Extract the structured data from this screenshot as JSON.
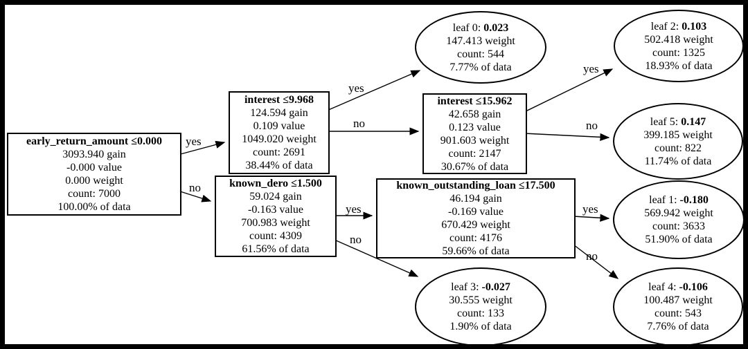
{
  "diagram": {
    "type": "decision-tree",
    "colors": {
      "node_border": "#000000",
      "background": "#ffffff",
      "text": "#000000",
      "frame": "#000000"
    },
    "nodes": [
      {
        "feature": "early_return_amount",
        "title": "early_return_amount ≤0.000",
        "lines": [
          "3093.940 gain",
          "-0.000 value",
          "0.000 weight",
          "count: 7000",
          "100.00% of data"
        ]
      },
      {
        "feature": "interest",
        "title": "interest ≤9.968",
        "lines": [
          "124.594 gain",
          "0.109 value",
          "1049.020 weight",
          "count: 2691",
          "38.44% of data"
        ]
      },
      {
        "feature": "known_dero",
        "title": "known_dero ≤1.500",
        "lines": [
          "59.024 gain",
          "-0.163 value",
          "700.983 weight",
          "count: 4309",
          "61.56% of data"
        ]
      },
      {
        "feature": "interest",
        "title": "interest ≤15.962",
        "lines": [
          "42.658 gain",
          "0.123 value",
          "901.603 weight",
          "count: 2147",
          "30.67% of data"
        ]
      },
      {
        "feature": "known_outstanding_loan",
        "title": "known_outstanding_loan ≤17.500",
        "lines": [
          "46.194 gain",
          "-0.169 value",
          "670.429 weight",
          "count: 4176",
          "59.66% of data"
        ]
      }
    ],
    "leaves": [
      {
        "label": "leaf 0: ",
        "value": "0.023",
        "lines": [
          "147.413 weight",
          "count: 544",
          "7.77% of data"
        ]
      },
      {
        "label": "leaf 2: ",
        "value": "0.103",
        "lines": [
          "502.418 weight",
          "count: 1325",
          "18.93% of data"
        ]
      },
      {
        "label": "leaf 5: ",
        "value": "0.147",
        "lines": [
          "399.185 weight",
          "count: 822",
          "11.74% of data"
        ]
      },
      {
        "label": "leaf 1: ",
        "value": "-0.180",
        "lines": [
          "569.942 weight",
          "count: 3633",
          "51.90% of data"
        ]
      },
      {
        "label": "leaf 3: ",
        "value": "-0.027",
        "lines": [
          "30.555 weight",
          "count: 133",
          "1.90% of data"
        ]
      },
      {
        "label": "leaf 4: ",
        "value": "-0.106",
        "lines": [
          "100.487 weight",
          "count: 543",
          "7.76% of data"
        ]
      }
    ],
    "edges": [
      {
        "from": "early_return_amount ≤0.000",
        "to": "interest ≤9.968",
        "label": "yes"
      },
      {
        "from": "early_return_amount ≤0.000",
        "to": "known_dero ≤1.500",
        "label": "no"
      },
      {
        "from": "interest ≤9.968",
        "to": "leaf 0",
        "label": "yes"
      },
      {
        "from": "interest ≤9.968",
        "to": "interest ≤15.962",
        "label": "no"
      },
      {
        "from": "interest ≤15.962",
        "to": "leaf 2",
        "label": "yes"
      },
      {
        "from": "interest ≤15.962",
        "to": "leaf 5",
        "label": "no"
      },
      {
        "from": "known_dero ≤1.500",
        "to": "known_outstanding_loan ≤17.500",
        "label": "yes"
      },
      {
        "from": "known_dero ≤1.500",
        "to": "leaf 3",
        "label": "no"
      },
      {
        "from": "known_outstanding_loan ≤17.500",
        "to": "leaf 1",
        "label": "yes"
      },
      {
        "from": "known_outstanding_loan ≤17.500",
        "to": "leaf 4",
        "label": "no"
      }
    ]
  }
}
